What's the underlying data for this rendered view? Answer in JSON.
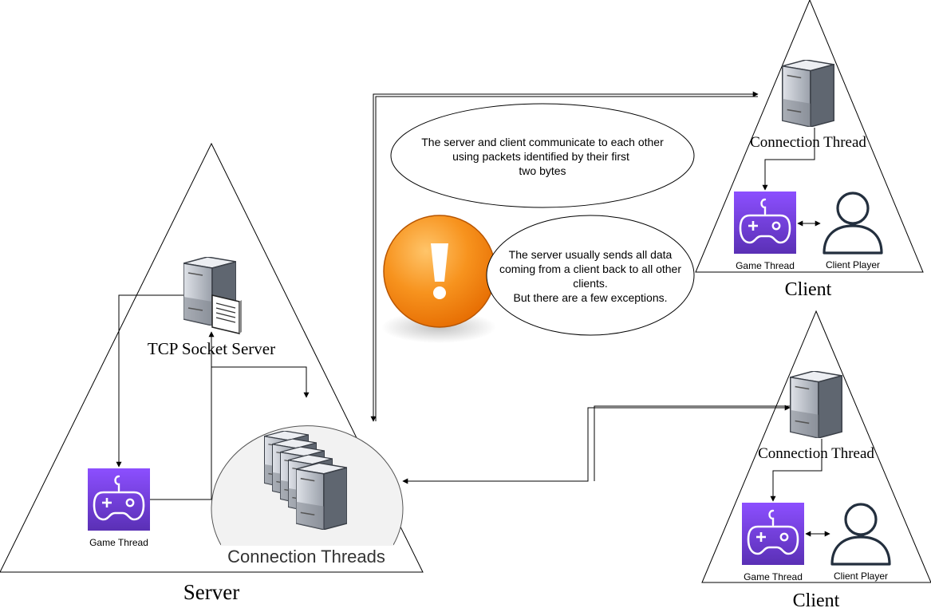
{
  "server": {
    "title": "Server",
    "tcp_label": "TCP Socket Server",
    "game_thread_label": "Game Thread",
    "connection_threads_label": "Connection Threads"
  },
  "clients": [
    {
      "title": "Client",
      "connection_label": "Connection Thread",
      "game_thread_label": "Game Thread",
      "player_label": "Client Player"
    },
    {
      "title": "Client",
      "connection_label": "Connection Thread",
      "game_thread_label": "Game Thread",
      "player_label": "Client Player"
    }
  ],
  "notes": {
    "packets": [
      "The server and client communicate to each other",
      "using packets identified by their first",
      "two bytes"
    ],
    "exceptions": [
      "The server usually sends all data",
      "coming from a client back to all other",
      "clients.",
      "But there are a few exceptions."
    ]
  },
  "icons": {
    "server": "server-icon",
    "file_server": "file-server-icon",
    "game": "game-controller-icon",
    "user": "user-icon",
    "warning": "warning-icon"
  },
  "colors": {
    "game_icon_top": "#8c4fff",
    "game_icon_bottom": "#5a30b5",
    "warning_orange": "#f7931e",
    "connection_bubble": "#f2f2f2"
  }
}
